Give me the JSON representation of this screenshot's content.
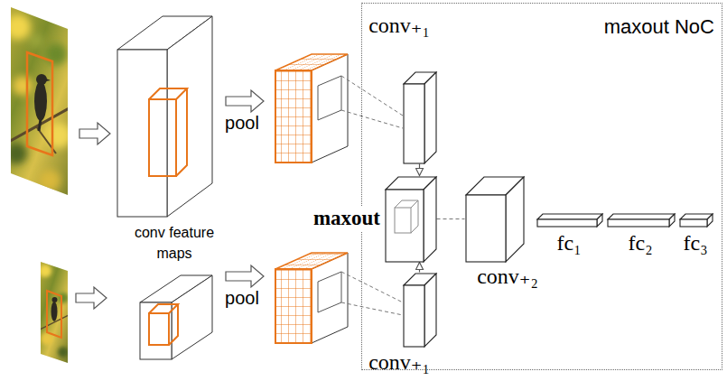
{
  "diagram": {
    "nodes": [
      {
        "text": [
          "maxout NoC"
        ]
      },
      {
        "text": [
          "conv₊₁"
        ],
        "in": 0
      },
      {
        "text": [
          "maxout"
        ],
        "in": 0
      },
      {
        "text": [
          "conv₊₁"
        ],
        "in": 0
      },
      {
        "text": [
          "conv₊₂"
        ],
        "in": 0
      },
      {
        "text": [
          "fc₁"
        ],
        "in": 0
      },
      {
        "text": [
          "fc₂"
        ],
        "in": 0
      },
      {
        "text": [
          "fc₃"
        ],
        "in": 0
      }
    ],
    "edges": [
      {
        "from": 1,
        "to": 2,
        "arrow": "to"
      },
      {
        "from": 3,
        "to": 2,
        "arrow": "to"
      },
      {
        "from": 2,
        "to": 4,
        "arrow": "none"
      }
    ],
    "labels": [
      "conv feature maps",
      "pool",
      "pool"
    ]
  }
}
